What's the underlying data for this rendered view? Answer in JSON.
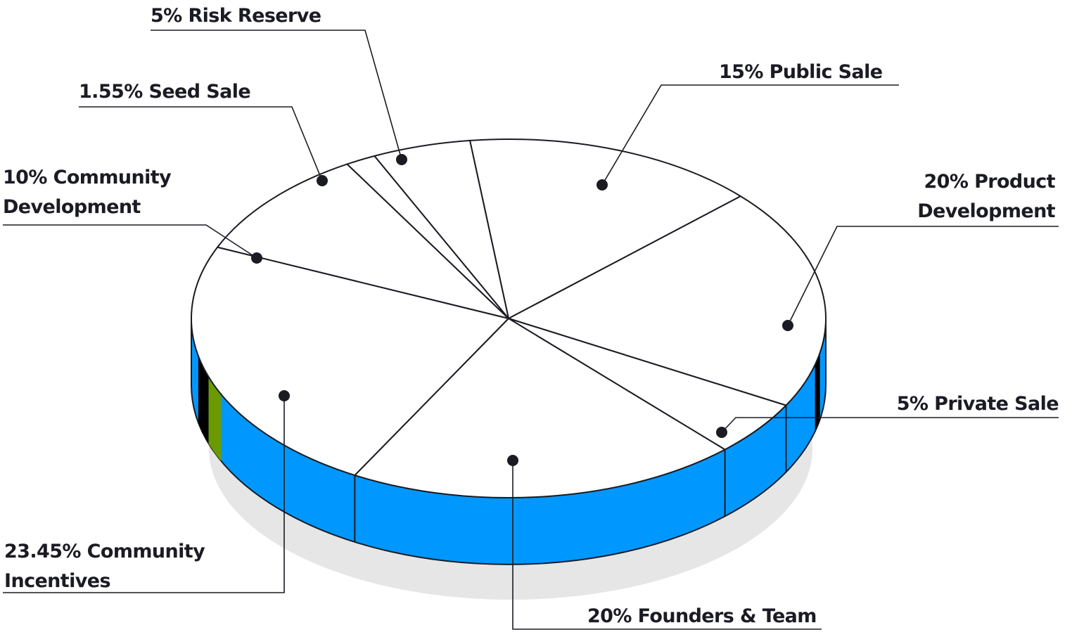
{
  "colors": {
    "top_face": "#ffffff",
    "side_band": "#0098ff",
    "side_accent_dark": "#000000",
    "side_accent_green": "#6a9a00",
    "shadow": "#e6e6e6",
    "outline": "#1b1b24",
    "text": "#1b1b24"
  },
  "chart_data": {
    "type": "pie",
    "title": "",
    "style": "3d-exploded-labels",
    "slices": [
      {
        "label": "Public Sale",
        "value": 15,
        "text": "15% Public Sale"
      },
      {
        "label": "Product Development",
        "value": 20,
        "text": "20% Product Development",
        "lines": [
          "20% Product",
          "Development"
        ]
      },
      {
        "label": "Private Sale",
        "value": 5,
        "text": "5% Private Sale"
      },
      {
        "label": "Founders & Team",
        "value": 20,
        "text": "20% Founders & Team"
      },
      {
        "label": "Community Incentives",
        "value": 23.45,
        "text": "23.45% Community Incentives",
        "lines": [
          "23.45% Community",
          "Incentives"
        ]
      },
      {
        "label": "Community Development",
        "value": 10,
        "text": "10% Community Development",
        "lines": [
          "10% Community",
          "Development"
        ]
      },
      {
        "label": "Seed Sale",
        "value": 1.55,
        "text": "1.55% Seed Sale"
      },
      {
        "label": "Risk Reserve",
        "value": 5,
        "text": "5% Risk Reserve"
      }
    ]
  }
}
